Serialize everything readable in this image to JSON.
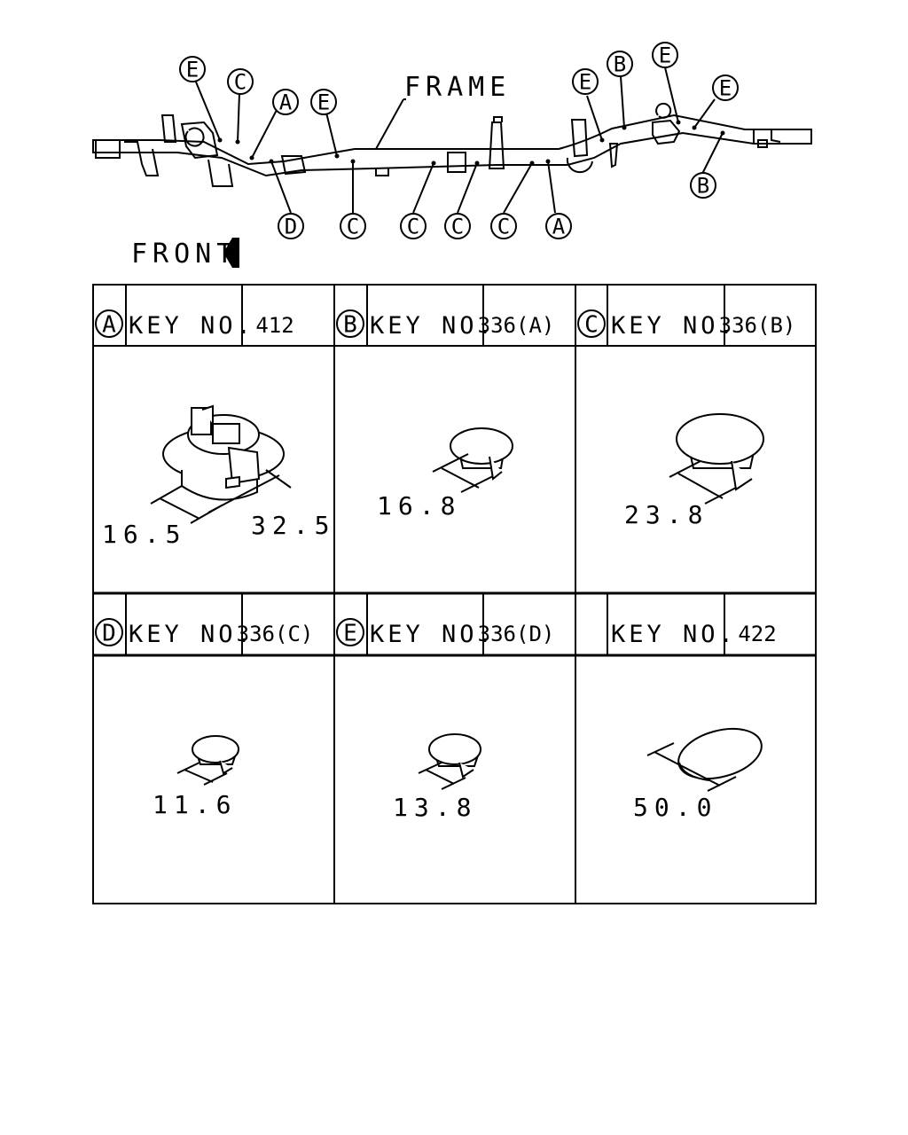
{
  "diagram": {
    "frame_label": "FRAME",
    "front_label": "FRONT",
    "callouts": [
      {
        "letter": "E"
      },
      {
        "letter": "C"
      },
      {
        "letter": "A"
      },
      {
        "letter": "E"
      },
      {
        "letter": "D"
      },
      {
        "letter": "C"
      },
      {
        "letter": "C"
      },
      {
        "letter": "C"
      },
      {
        "letter": "C"
      },
      {
        "letter": "A"
      },
      {
        "letter": "E"
      },
      {
        "letter": "B"
      },
      {
        "letter": "E"
      },
      {
        "letter": "E"
      },
      {
        "letter": "B"
      }
    ]
  },
  "table": {
    "key_label": "KEY NO.",
    "cells": [
      {
        "letter": "A",
        "key_no": "412",
        "dims": [
          "16.5",
          "32.5"
        ]
      },
      {
        "letter": "B",
        "key_no": "336(A)",
        "dims": [
          "16.8"
        ]
      },
      {
        "letter": "C",
        "key_no": "336(B)",
        "dims": [
          "23.8"
        ]
      },
      {
        "letter": "D",
        "key_no": "336(C)",
        "dims": [
          "11.6"
        ]
      },
      {
        "letter": "E",
        "key_no": "336(D)",
        "dims": [
          "13.8"
        ]
      },
      {
        "letter": "",
        "key_no": "422",
        "dims": [
          "50.0"
        ]
      }
    ]
  }
}
